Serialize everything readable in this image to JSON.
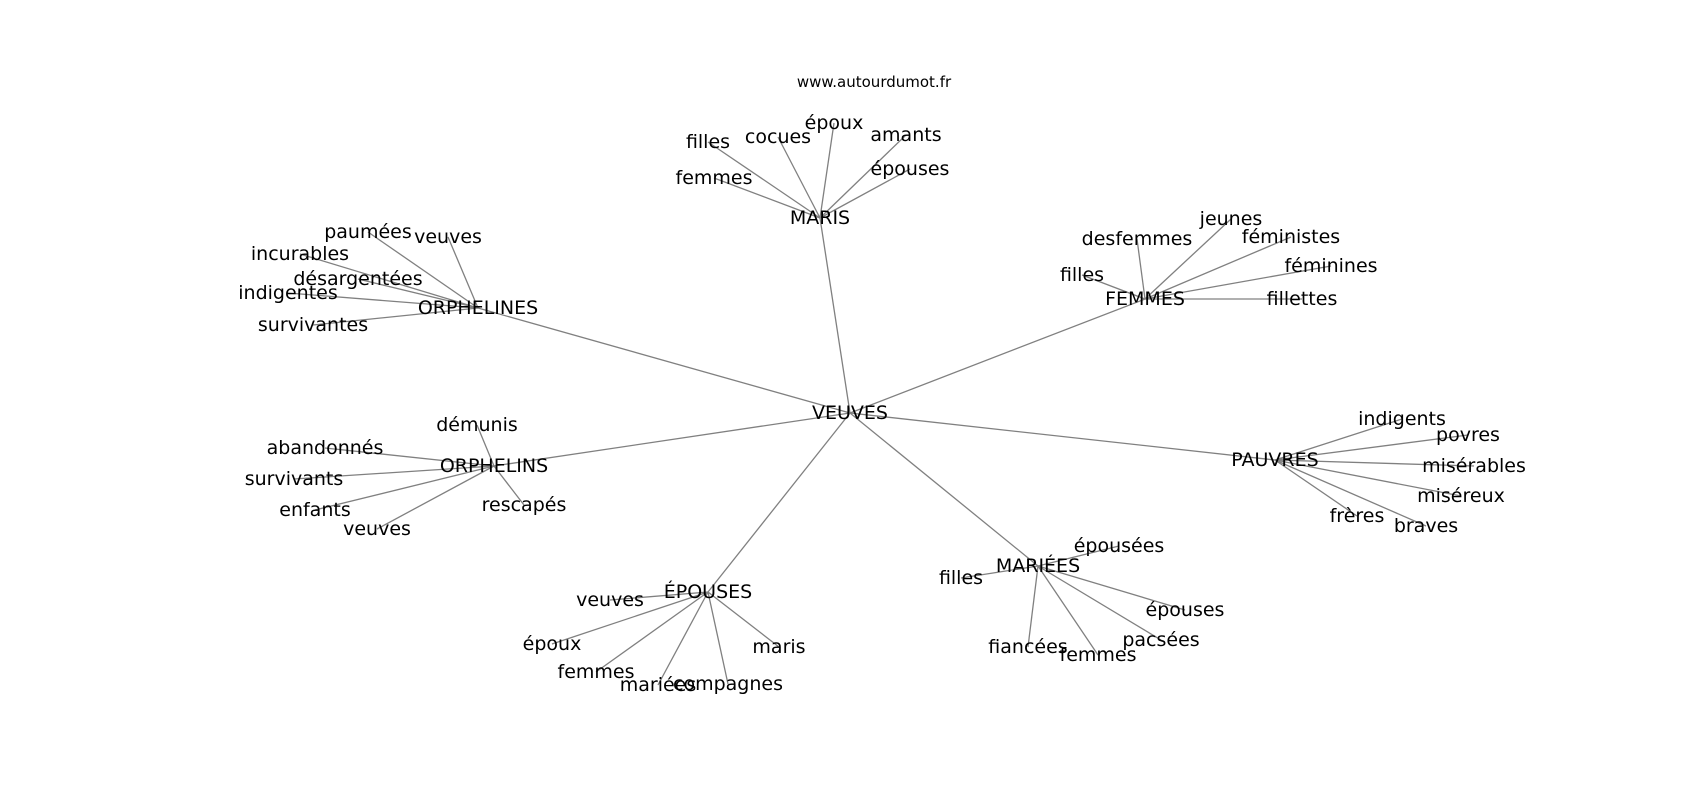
{
  "source": "www.autourdumot.fr",
  "center": "VEUVES",
  "clusters": [
    {
      "hub": "MARIS",
      "leaves": [
        "femmes",
        "filles",
        "cocues",
        "époux",
        "amants",
        "épouses"
      ]
    },
    {
      "hub": "FEMMES",
      "leaves": [
        "filles",
        "desfemmes",
        "jeunes",
        "féministes",
        "féminines",
        "fillettes"
      ]
    },
    {
      "hub": "ORPHELINES",
      "leaves": [
        "paumées",
        "veuves",
        "incurables",
        "désargentées",
        "indigentes",
        "survivantes"
      ]
    },
    {
      "hub": "ORPHELINS",
      "leaves": [
        "démunis",
        "abandonnés",
        "survivants",
        "enfants",
        "veuves",
        "rescapés"
      ]
    },
    {
      "hub": "PAUVRES",
      "leaves": [
        "indigents",
        "povres",
        "misérables",
        "miséreux",
        "frères",
        "braves"
      ]
    },
    {
      "hub": "MARIÉES",
      "leaves": [
        "filles",
        "épousées",
        "épouses",
        "pacsées",
        "femmes",
        "fiancées"
      ]
    },
    {
      "hub": "ÉPOUSES",
      "leaves": [
        "veuves",
        "époux",
        "femmes",
        "mariées",
        "compagnes",
        "maris"
      ]
    }
  ]
}
